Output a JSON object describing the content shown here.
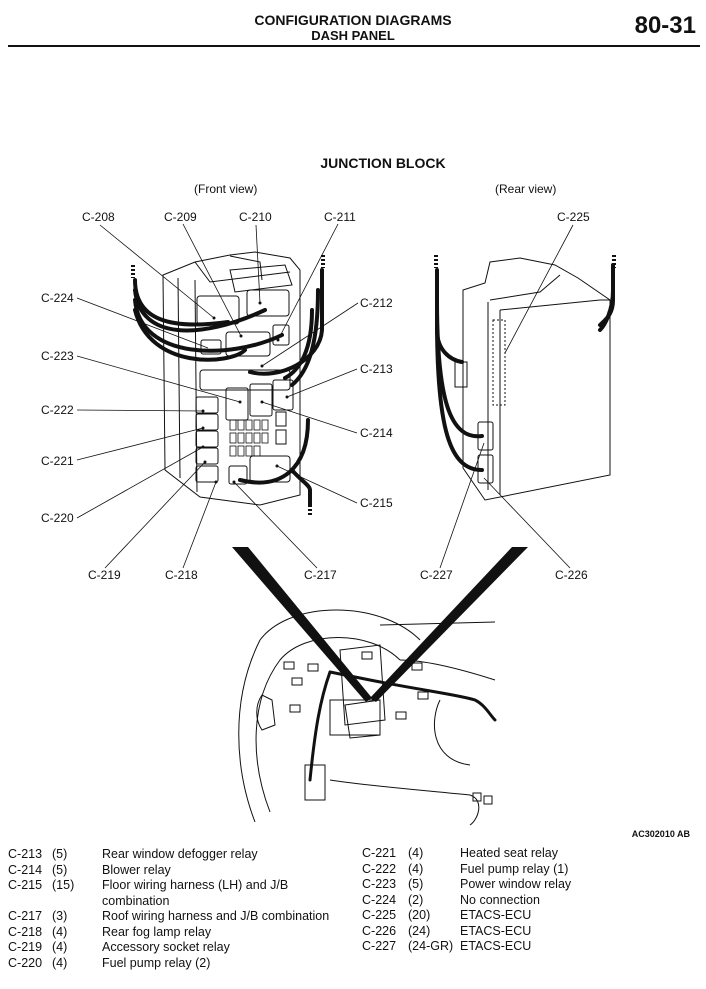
{
  "header": {
    "title": "CONFIGURATION DIAGRAMS",
    "subtitle": "DASH PANEL",
    "page_number": "80-31"
  },
  "figure": {
    "title": "JUNCTION BLOCK",
    "front_view_label": "(Front view)",
    "rear_view_label": "(Rear view)",
    "figure_code": "AC302010 AB",
    "front_callouts": {
      "c208": "C-208",
      "c209": "C-209",
      "c210": "C-210",
      "c211": "C-211",
      "c212": "C-212",
      "c213": "C-213",
      "c214": "C-214",
      "c215": "C-215",
      "c217": "C-217",
      "c218": "C-218",
      "c219": "C-219",
      "c220": "C-220",
      "c221": "C-221",
      "c222": "C-222",
      "c223": "C-223",
      "c224": "C-224"
    },
    "rear_callouts": {
      "c225": "C-225",
      "c226": "C-226",
      "c227": "C-227"
    }
  },
  "legend_left": [
    {
      "code": "C-213",
      "pins": "(5)",
      "desc": "Rear window defogger relay"
    },
    {
      "code": "C-214",
      "pins": "(5)",
      "desc": "Blower relay"
    },
    {
      "code": "C-215",
      "pins": "(15)",
      "desc": "Floor wiring harness (LH) and J/B combination"
    },
    {
      "code": "C-217",
      "pins": "(3)",
      "desc": "Roof wiring harness and J/B combination"
    },
    {
      "code": "C-218",
      "pins": "(4)",
      "desc": "Rear fog lamp relay"
    },
    {
      "code": "C-219",
      "pins": "(4)",
      "desc": "Accessory socket relay"
    },
    {
      "code": "C-220",
      "pins": "(4)",
      "desc": "Fuel pump relay (2)"
    }
  ],
  "legend_right": [
    {
      "code": "C-221",
      "pins": "(4)",
      "desc": "Heated seat relay"
    },
    {
      "code": "C-222",
      "pins": "(4)",
      "desc": "Fuel pump relay (1)"
    },
    {
      "code": "C-223",
      "pins": "(5)",
      "desc": "Power window relay"
    },
    {
      "code": "C-224",
      "pins": "(2)",
      "desc": "No connection"
    },
    {
      "code": "C-225",
      "pins": "(20)",
      "desc": "ETACS-ECU"
    },
    {
      "code": "C-226",
      "pins": "(24)",
      "desc": "ETACS-ECU"
    },
    {
      "code": "C-227",
      "pins": "(24-GR)",
      "desc": "ETACS-ECU"
    }
  ]
}
